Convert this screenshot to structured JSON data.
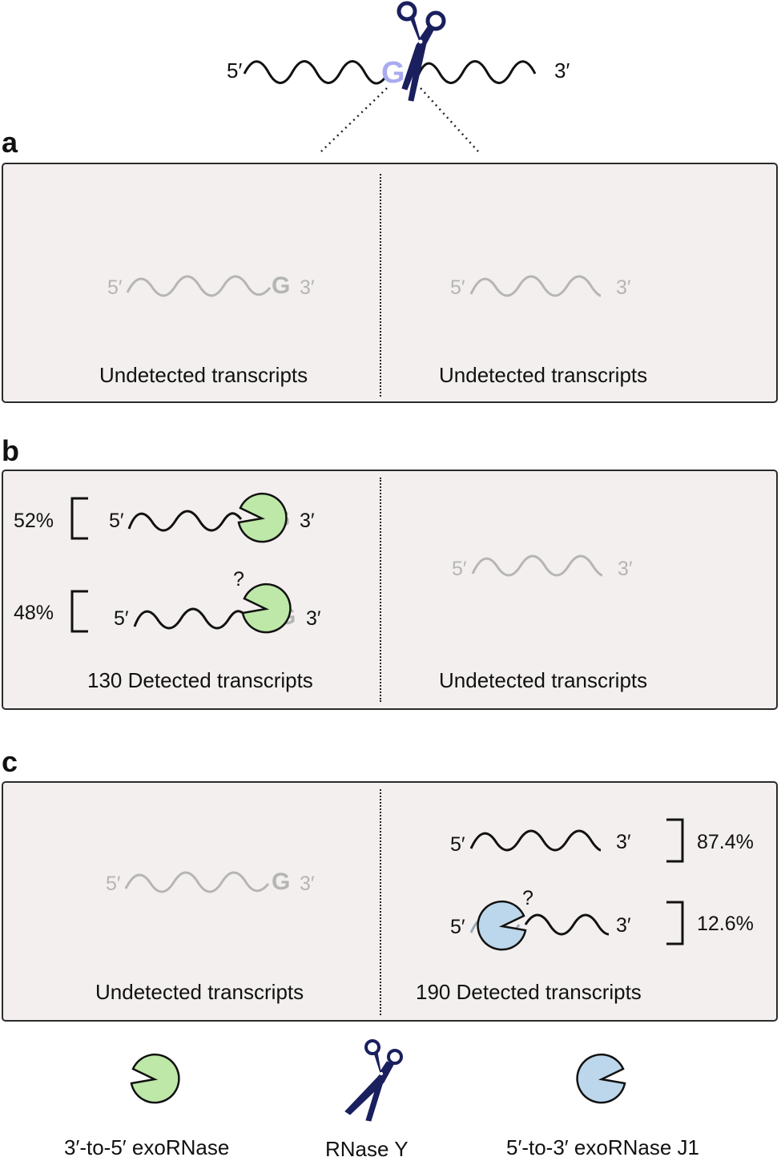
{
  "top": {
    "five_prime": "5′",
    "three_prime": "3′",
    "cleavage_nucleotide": "G"
  },
  "panels": {
    "a": {
      "letter": "a",
      "left": {
        "five_prime": "5′",
        "three_prime": "3′",
        "nucleotide": "G",
        "caption": "Undetected transcripts"
      },
      "right": {
        "five_prime": "5′",
        "three_prime": "3′",
        "caption": "Undetected transcripts"
      }
    },
    "b": {
      "letter": "b",
      "left": {
        "rows": [
          {
            "percent": "52%",
            "five_prime": "5′",
            "three_prime": "3′",
            "nucleotide": "G",
            "question": ""
          },
          {
            "percent": "48%",
            "five_prime": "5′",
            "three_prime": "3′",
            "nucleotide": "G",
            "question": "?"
          }
        ],
        "caption": "130 Detected transcripts"
      },
      "right": {
        "five_prime": "5′",
        "three_prime": "3′",
        "caption": "Undetected transcripts"
      }
    },
    "c": {
      "letter": "c",
      "left": {
        "five_prime": "5′",
        "three_prime": "3′",
        "nucleotide": "G",
        "caption": "Undetected transcripts"
      },
      "right": {
        "rows": [
          {
            "percent": "87.4%",
            "five_prime": "5′",
            "three_prime": "3′",
            "question": ""
          },
          {
            "percent": "12.6%",
            "five_prime": "5′",
            "three_prime": "3′",
            "question": "?"
          }
        ],
        "caption": "190 Detected transcripts"
      }
    }
  },
  "legend": [
    {
      "label": "3′-to-5′ exoRNase",
      "icon": "green-pacman-icon"
    },
    {
      "label": "RNase Y",
      "icon": "scissors-icon"
    },
    {
      "label": "5′-to-3′ exoRNase J1",
      "icon": "blue-pacman-icon"
    }
  ],
  "colors": {
    "panel_background": "#f2efee",
    "exo_3to5": "#bde8a8",
    "exo_5to3": "#bcd7ec",
    "rnase_y": "#1a1f5e",
    "cleavage_g": "#a9abf0",
    "faded": "#b5b5b5"
  }
}
